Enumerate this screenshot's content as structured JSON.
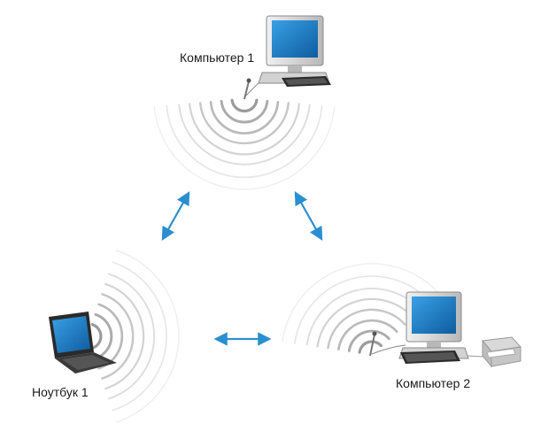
{
  "nodes": {
    "computer1": {
      "label": "Компьютер 1",
      "icon": "desktop-computer-icon"
    },
    "laptop1": {
      "label": "Ноутбук 1",
      "icon": "laptop-icon"
    },
    "computer2": {
      "label": "Компьютер 2",
      "icon": "desktop-computer-icon"
    },
    "printer": {
      "icon": "printer-icon"
    }
  },
  "colors": {
    "arrow": "#2a8fd0",
    "wave": "#c4c4c4",
    "screen": "#1d7ec6",
    "case": "#d9d9d9"
  }
}
